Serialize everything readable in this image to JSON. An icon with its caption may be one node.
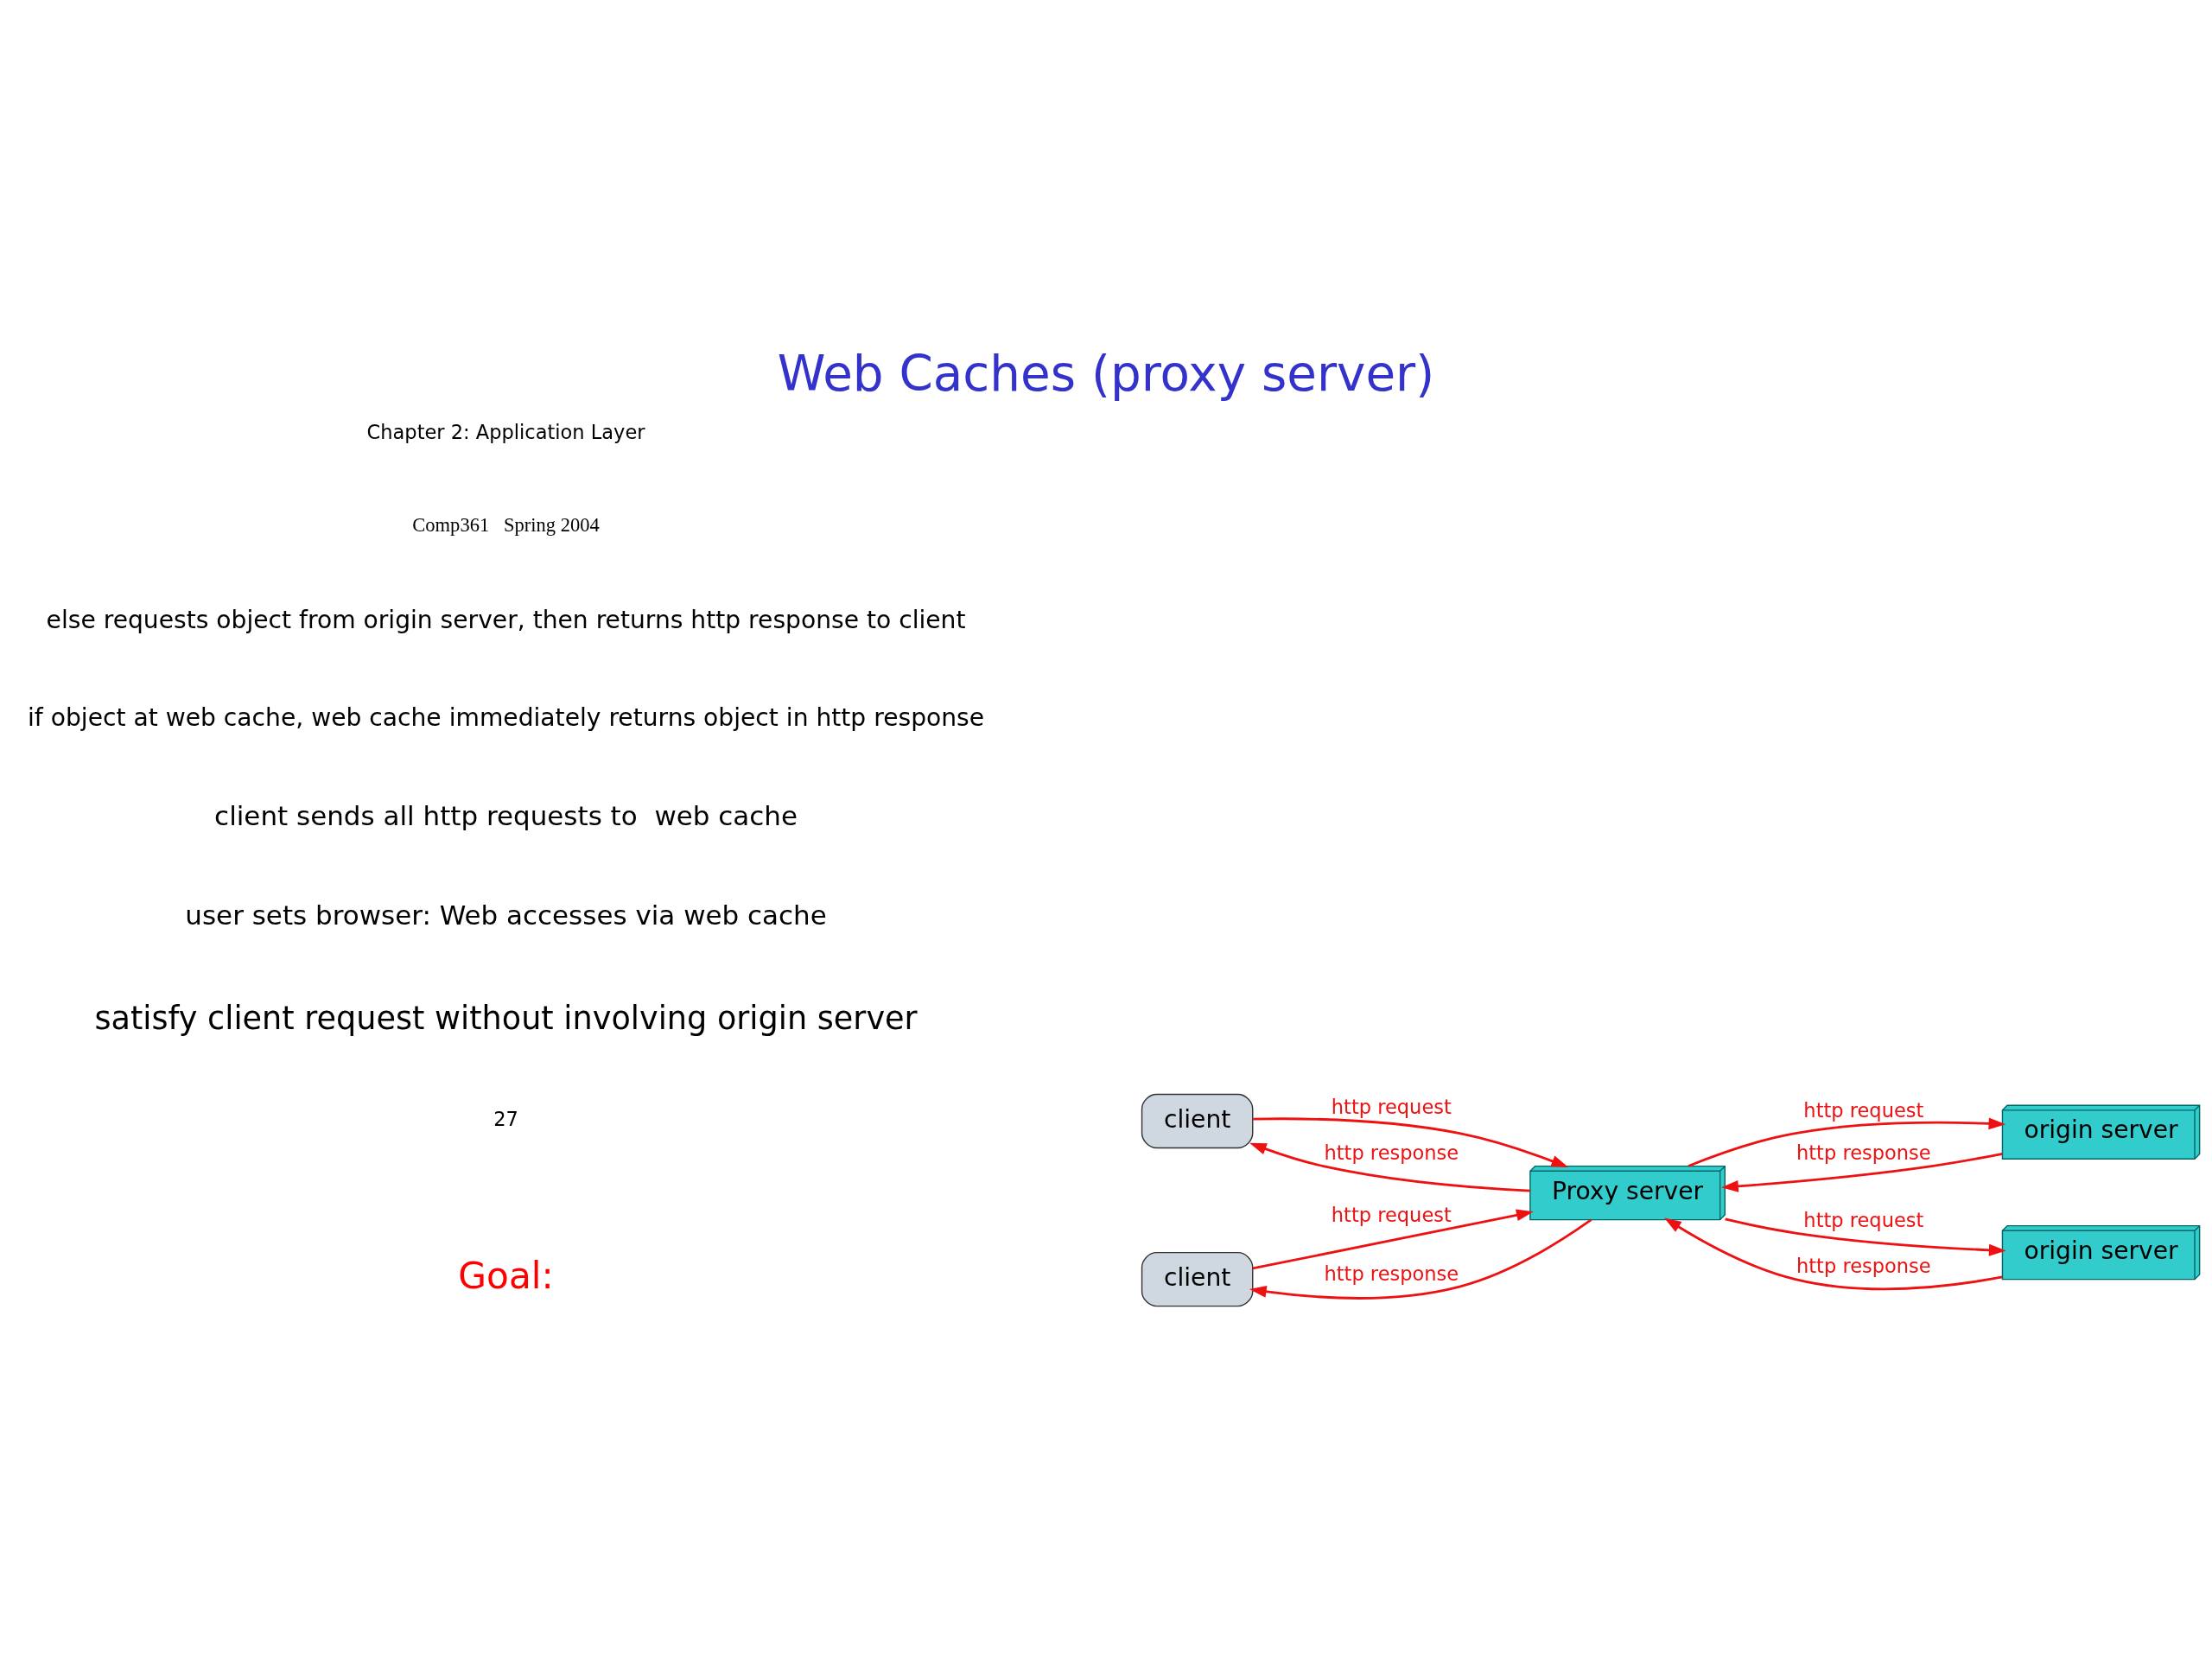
{
  "diagram": {
    "title": "Web Caches (proxy server)",
    "nodes": [
      {
        "text": [
          "client"
        ]
      },
      {
        "text": [
          "client"
        ]
      },
      {
        "text": [
          "Proxy server"
        ]
      },
      {
        "text": [
          "origin server"
        ]
      },
      {
        "text": [
          "origin server"
        ]
      }
    ],
    "edges": [
      {
        "from": 0,
        "to": 2,
        "arrow": "to",
        "label": "http request"
      },
      {
        "from": 2,
        "to": 0,
        "arrow": "to",
        "label": "http response"
      },
      {
        "from": 1,
        "to": 2,
        "arrow": "to",
        "label": "http request"
      },
      {
        "from": 2,
        "to": 1,
        "arrow": "to",
        "label": "http response"
      },
      {
        "from": 2,
        "to": 3,
        "arrow": "to",
        "label": "http request"
      },
      {
        "from": 3,
        "to": 2,
        "arrow": "to",
        "label": "http response"
      },
      {
        "from": 2,
        "to": 4,
        "arrow": "to",
        "label": "http request"
      },
      {
        "from": 4,
        "to": 2,
        "arrow": "to",
        "label": "http response"
      }
    ],
    "labels": [
      "Goal:",
      "satisfy client request without involving origin server",
      "user sets browser: Web accesses via web cache",
      "client sends all http requests to  web cache",
      "if object at web cache, web cache immediately returns object in http response",
      "else requests object from origin server, then returns http response to client",
      "Comp361   Spring 2004",
      "Chapter 2: Application Layer",
      "27"
    ]
  }
}
